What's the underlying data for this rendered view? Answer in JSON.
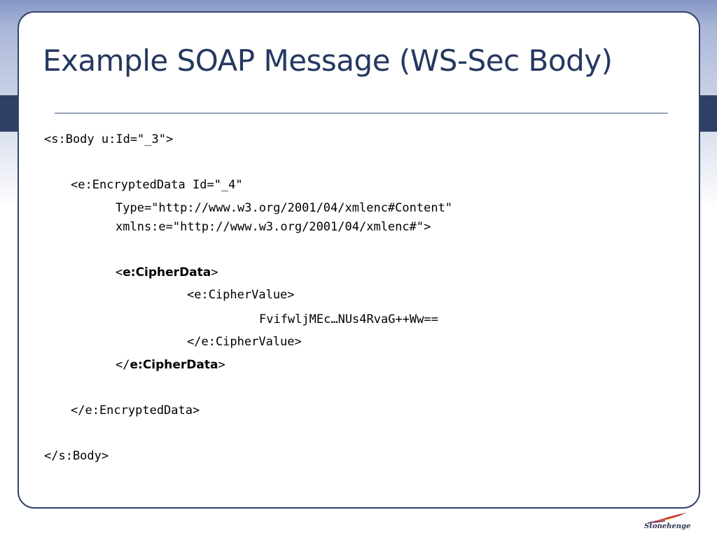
{
  "slide": {
    "title": "Example SOAP Message (WS-Sec Body)"
  },
  "code": {
    "body_open": "<s:Body u:Id=\"_3\">",
    "encrypted_open": "<e:EncryptedData Id=\"_4\"",
    "type_attr": "Type=\"http://www.w3.org/2001/04/xmlenc#Content\"",
    "xmlns_attr": "xmlns:e=\"http://www.w3.org/2001/04/xmlenc#\">",
    "cipherdata_open_prefix": "<",
    "cipherdata_name": "e:CipherData",
    "cipherdata_open_suffix": ">",
    "ciphervalue_open": "<e:CipherValue>",
    "ciphervalue_text": "FvifwljMEc…NUs4RvaG++Ww==",
    "ciphervalue_close": "</e:CipherValue>",
    "cipherdata_close_prefix": "</",
    "cipherdata_close_suffix": ">",
    "encrypted_close": "</e:EncryptedData>",
    "body_close": "</s:Body>"
  },
  "logo": {
    "text": "Stonehenge",
    "icon": "feather-icon",
    "colors": {
      "feather_red": "#c0282d",
      "feather_orange": "#e8822a",
      "feather_purple": "#5b2a6e"
    }
  },
  "theme": {
    "title_color": "#253860",
    "band_color": "#2f3f66",
    "frame_border": "#34446a"
  }
}
